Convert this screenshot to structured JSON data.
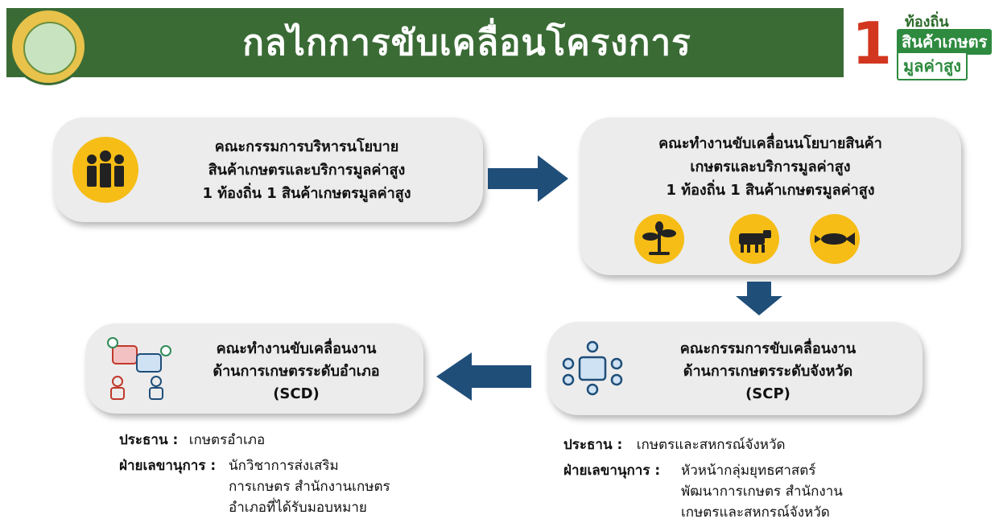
{
  "header": {
    "title": "กลไกการขับเคลื่อนโครงการ",
    "brand_number": "1",
    "brand_line1": "ท้องถิ่น",
    "brand_line2": "สินค้าเกษตร",
    "brand_line3": "มูลค่าสูง"
  },
  "boxes": {
    "policy": [
      "คณะกรรมการบริหารนโยบาย",
      "สินค้าเกษตรและบริการมูลค่าสูง",
      "1 ท้องถิ่น 1 สินค้าเกษตรมูลค่าสูง"
    ],
    "working": [
      "คณะทำงานขับเคลื่อนนโยบายสินค้า",
      "เกษตรและบริการมูลค่าสูง",
      "1 ท้องถิ่น 1 สินค้าเกษตรมูลค่าสูง"
    ],
    "provincial": [
      "คณะกรรมการขับเคลื่อนงาน",
      "ด้านการเกษตรระดับจังหวัด",
      "(SCP)"
    ],
    "district": [
      "คณะทำงานขับเคลื่อนงาน",
      "ด้านการเกษตรระดับอำเภอ",
      "(SCD)"
    ]
  },
  "district_info": {
    "chair_label": "ประธาน :",
    "chair_value": "เกษตรอำเภอ",
    "secretary_label": "ฝ่ายเลขานุการ :",
    "secretary_lines": [
      "นักวิชาการส่งเสริม",
      "การเกษตร สำนักงานเกษตร",
      "อำเภอที่ได้รับมอบหมาย"
    ]
  },
  "provincial_info": {
    "chair_label": "ประธาน :",
    "chair_value": "เกษตรและสหกรณ์จังหวัด",
    "secretary_label": "ฝ่ายเลขานุการ :",
    "secretary_lines": [
      "หัวหน้ากลุ่มยุทธศาสตร์",
      "พัฒนาการเกษตร สำนักงาน",
      "เกษตรและสหกรณ์จังหวัด"
    ]
  },
  "colors": {
    "header_green": "#3a6b35",
    "icon_yellow": "#f6bd16",
    "arrow_blue": "#1f4e79",
    "box_gray": "#ececec"
  },
  "icons": [
    "people-icon",
    "plant-icon",
    "cow-icon",
    "fish-icon",
    "meeting-icon",
    "chat-people-icon"
  ]
}
